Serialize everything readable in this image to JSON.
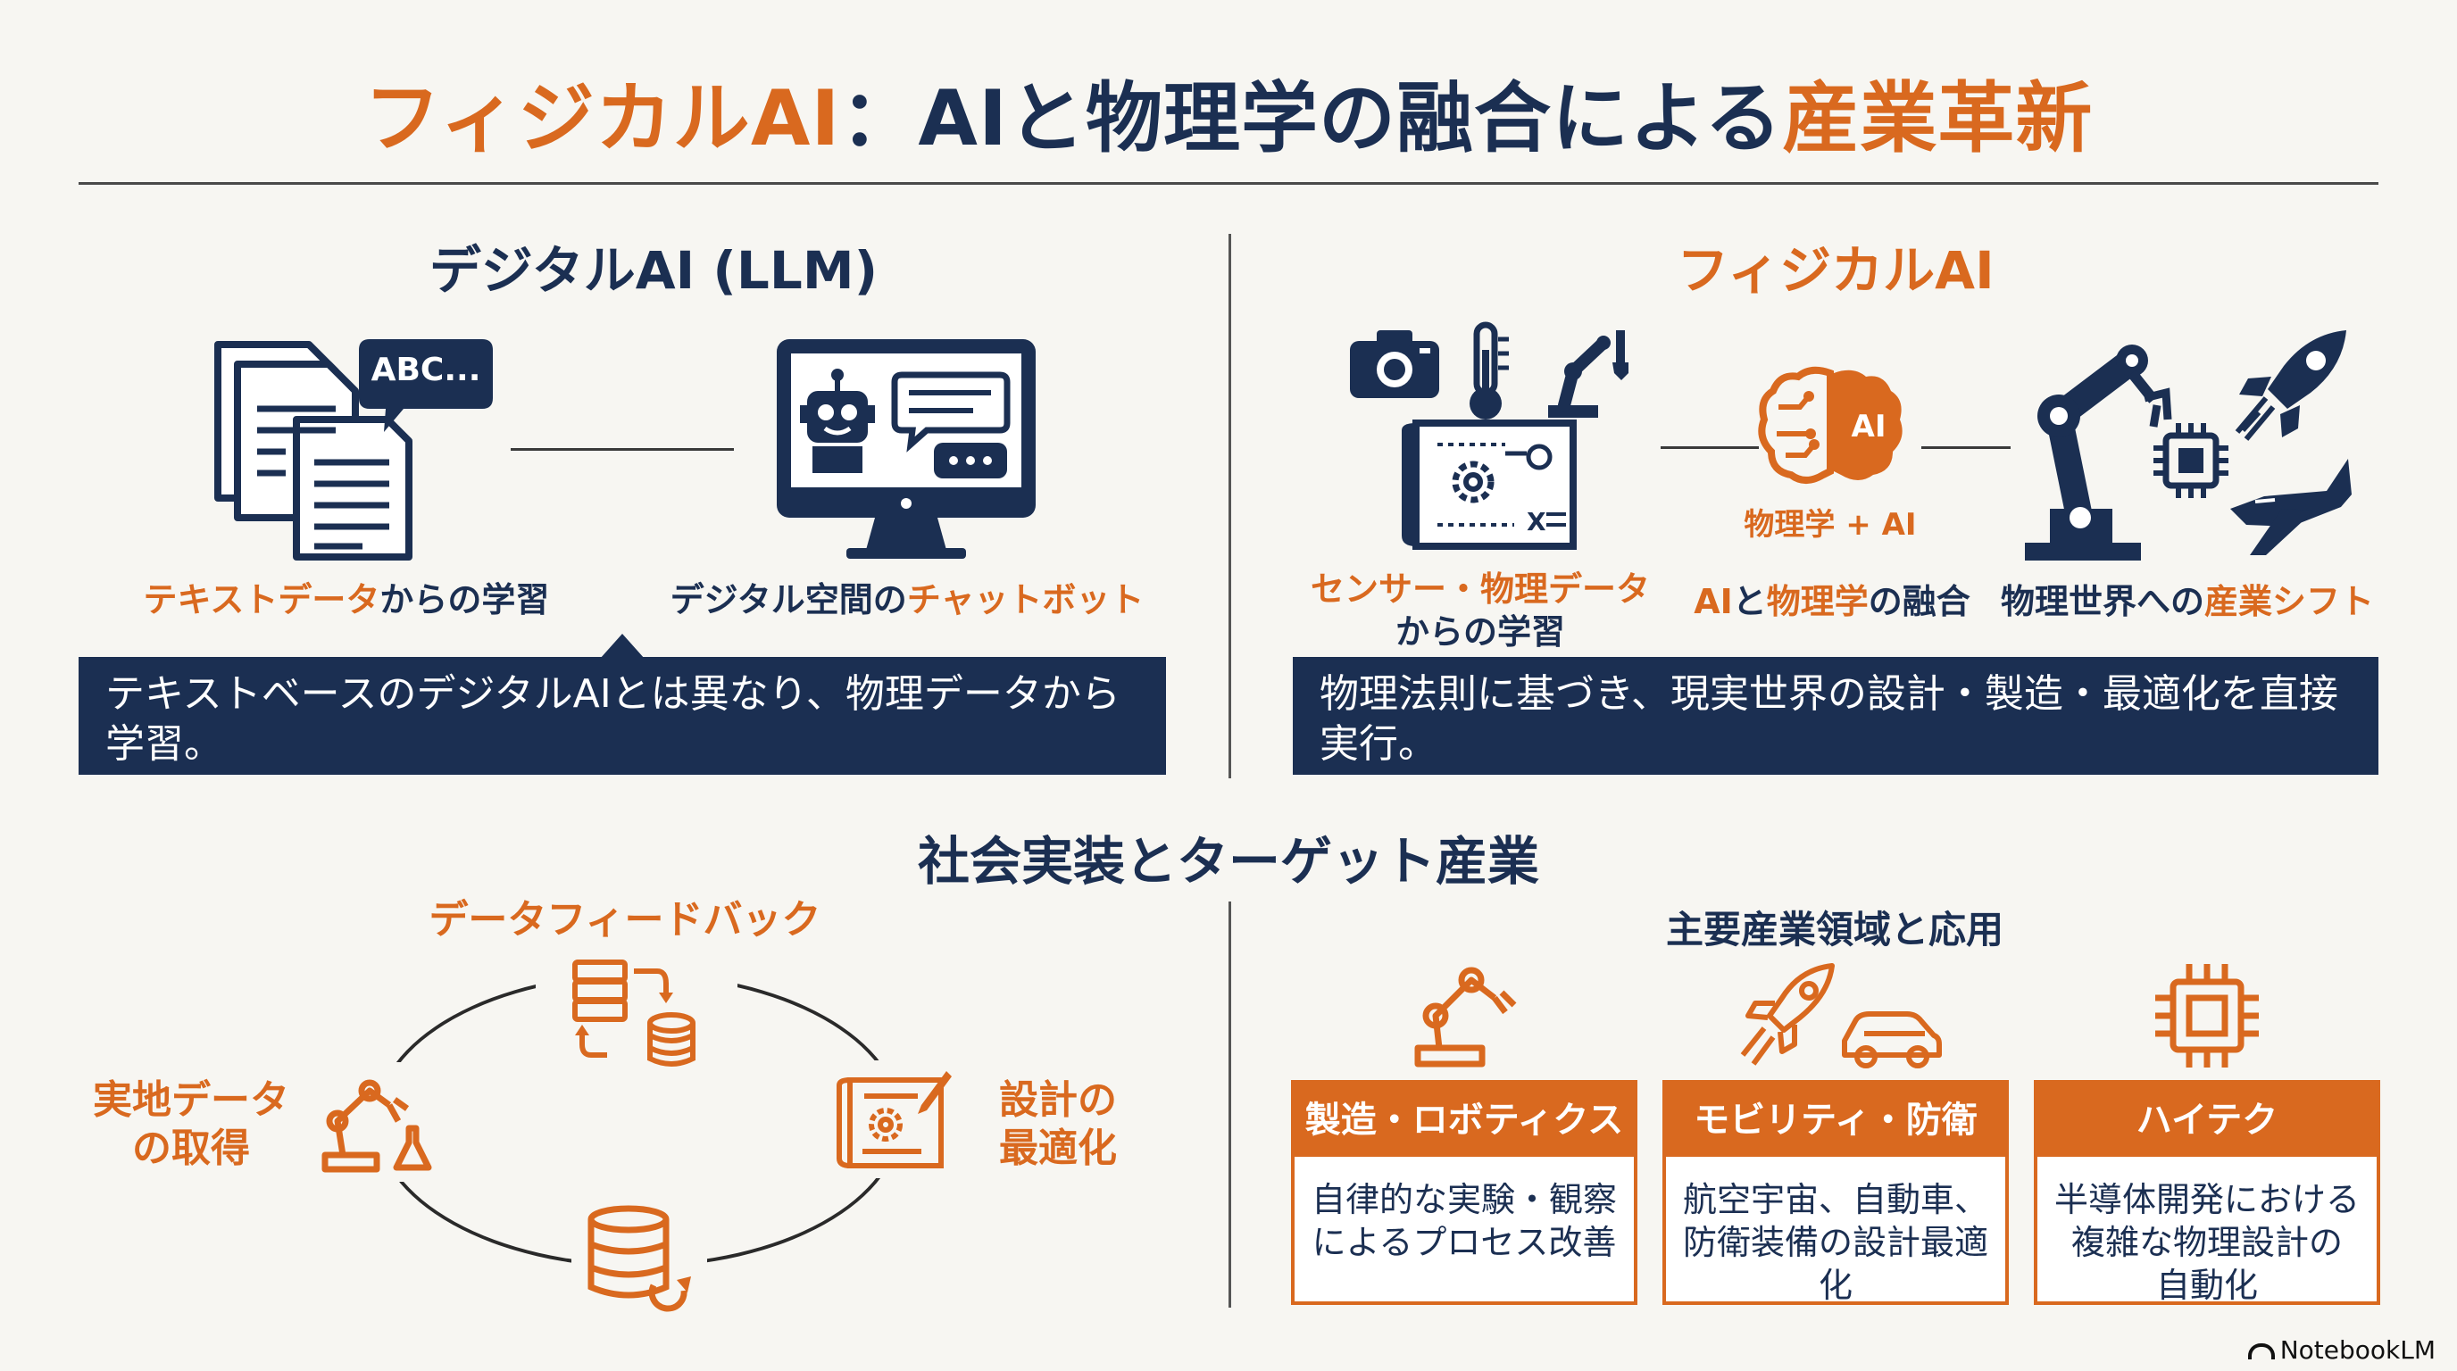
{
  "title": {
    "part1": "フィジカルAI",
    "part2": "：AIと物理学の融合による",
    "part3": "産業革新"
  },
  "digital": {
    "heading": "デジタルAI (LLM)",
    "bubble_text": "ABC...",
    "learn_label_a": "テキストデータ",
    "learn_label_b": "からの学習",
    "chat_label_a": "デジタル空間の",
    "chat_label_b": "チャットボット",
    "banner": "テキストベースのデジタルAIとは異なり、物理データから学習。"
  },
  "physical": {
    "heading": "フィジカルAI",
    "sensor_label_a": "センサー・物理データ",
    "sensor_label_b": "からの学習",
    "brain_text": "AI",
    "brain_caption": "物理学 + AI",
    "fusion_label_a": "AI",
    "fusion_label_b": "と",
    "fusion_label_c": "物理学",
    "fusion_label_d": "の融合",
    "shift_label_a": "物理世界への",
    "shift_label_b": "産業シフト",
    "banner": "物理法則に基づき、現実世界の設計・製造・最適化を直接実行。"
  },
  "society": {
    "heading": "社会実装とターゲット産業",
    "cycle": {
      "top": "データフィードバック",
      "left_line1": "実地データ",
      "left_line2": "の取得",
      "right_line1": "設計の",
      "right_line2": "最適化"
    },
    "industries": {
      "heading": "主要産業領域と応用",
      "cards": [
        {
          "name": "製造・ロボティクス",
          "line1": "自律的な実験・観察",
          "line2": "によるプロセス改善",
          "line3": ""
        },
        {
          "name": "モビリティ・防衛",
          "line1": "航空宇宙、自動車、",
          "line2": "防衛装備の設計最適",
          "line3": "化"
        },
        {
          "name": "ハイテク",
          "line1": "半導体開発における",
          "line2": "複雑な物理設計の",
          "line3": "自動化"
        }
      ]
    }
  },
  "footer": "NotebookLM",
  "colors": {
    "navy": "#1b2f52",
    "orange": "#d9691f",
    "background": "#f7f6f2"
  },
  "icons": [
    "documents-icon",
    "speech-bubble-icon",
    "chatbot-monitor-icon",
    "camera-icon",
    "thermometer-icon",
    "robot-arm-icon",
    "blueprint-icon",
    "brain-ai-icon",
    "industrial-robot-icon",
    "chip-icon",
    "rocket-icon",
    "jet-icon",
    "database-icon",
    "car-icon"
  ]
}
